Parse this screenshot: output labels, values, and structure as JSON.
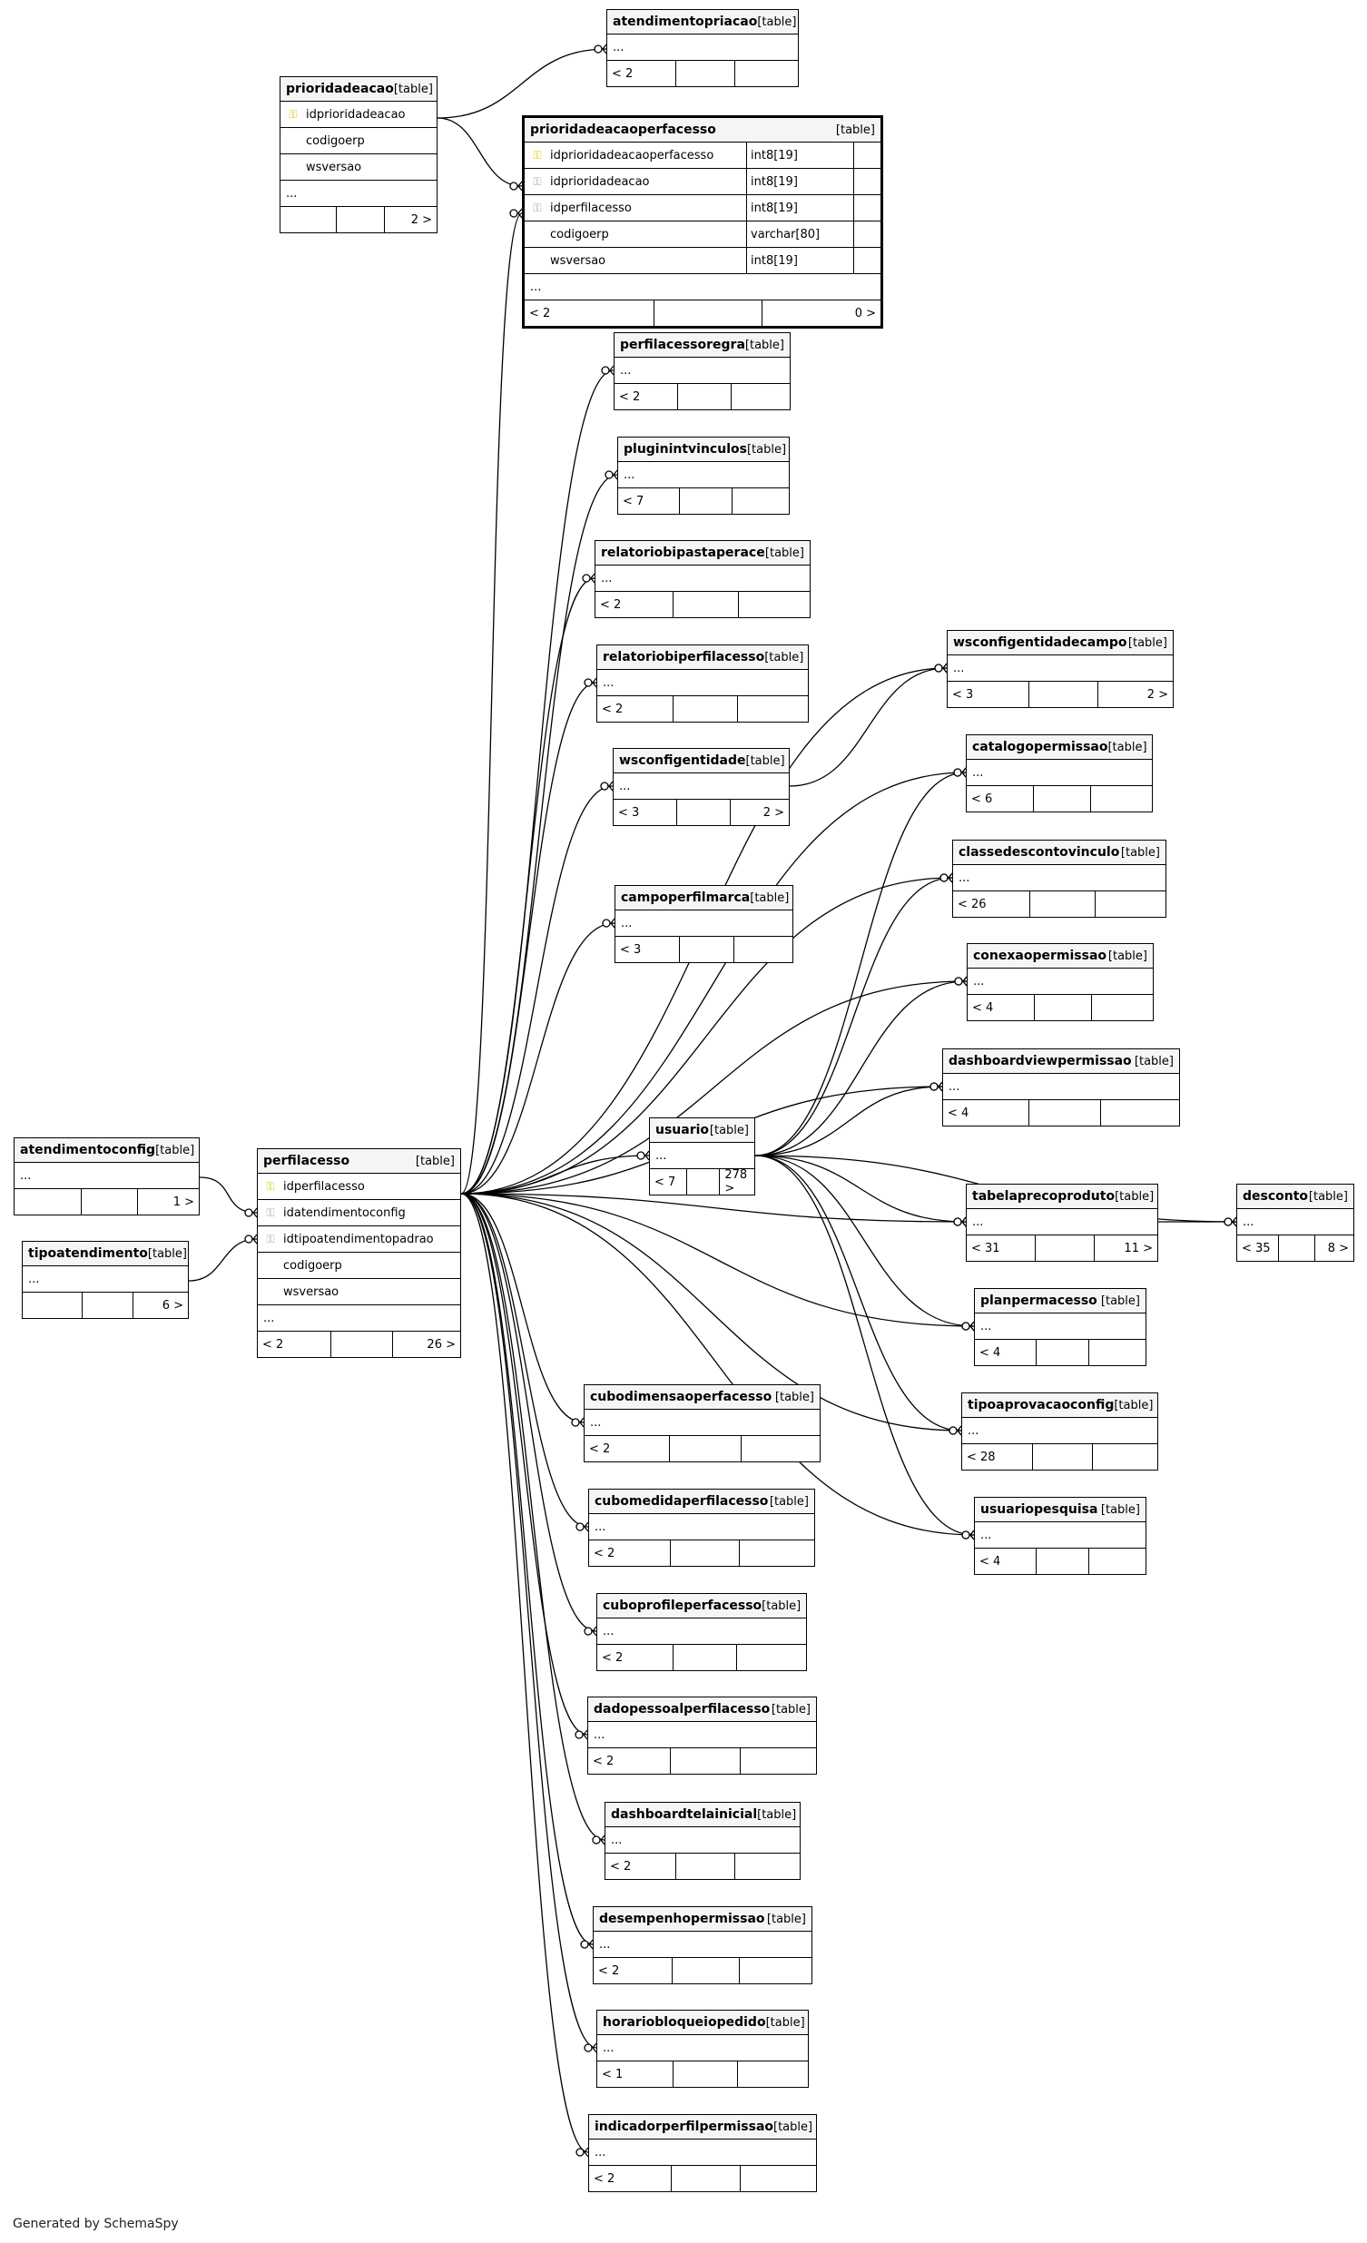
{
  "credit": "Generated by SchemaSpy",
  "table_tag": "[table]",
  "ellipsis": "...",
  "tables": [
    {
      "id": "atendimentopriacao",
      "name": "atendimentopriacao",
      "cols": [],
      "left": "< 2",
      "right": ""
    },
    {
      "id": "prioridadeacao",
      "name": "prioridadeacao",
      "cols": [
        {
          "n": "idprioridadeacao",
          "k": "pk"
        },
        {
          "n": "codigoerp",
          "k": ""
        },
        {
          "n": "wsversao",
          "k": ""
        }
      ],
      "left": "",
      "right": "2 >"
    },
    {
      "id": "prioridadeacaoperfacesso",
      "name": "prioridadeacaoperfacesso",
      "focus": true,
      "cols": [
        {
          "n": "idprioridadeacaoperfacesso",
          "k": "pk",
          "t": "int8[19]"
        },
        {
          "n": "idprioridadeacao",
          "k": "fk",
          "t": "int8[19]"
        },
        {
          "n": "idperfilacesso",
          "k": "fk",
          "t": "int8[19]"
        },
        {
          "n": "codigoerp",
          "k": "",
          "t": "varchar[80]"
        },
        {
          "n": "wsversao",
          "k": "",
          "t": "int8[19]"
        }
      ],
      "left": "< 2",
      "right": "0 >"
    },
    {
      "id": "perfilacessoregra",
      "name": "perfilacessoregra",
      "cols": [],
      "left": "< 2",
      "right": ""
    },
    {
      "id": "pluginintvinculos",
      "name": "pluginintvinculos",
      "cols": [],
      "left": "< 7",
      "right": ""
    },
    {
      "id": "relatoriobipastaperace",
      "name": "relatoriobipastaperace",
      "cols": [],
      "left": "< 2",
      "right": ""
    },
    {
      "id": "relatoriobiperfilacesso",
      "name": "relatoriobiperfilacesso",
      "cols": [],
      "left": "< 2",
      "right": ""
    },
    {
      "id": "wsconfigentidade",
      "name": "wsconfigentidade",
      "cols": [],
      "left": "< 3",
      "right": "2 >"
    },
    {
      "id": "wsconfigentidadecampo",
      "name": "wsconfigentidadecampo",
      "cols": [],
      "left": "< 3",
      "right": "2 >"
    },
    {
      "id": "catalogopermissao",
      "name": "catalogopermissao",
      "cols": [],
      "left": "< 6",
      "right": ""
    },
    {
      "id": "campoperfilmarca",
      "name": "campoperfilmarca",
      "cols": [],
      "left": "< 3",
      "right": ""
    },
    {
      "id": "classedescontovinculo",
      "name": "classedescontovinculo",
      "cols": [],
      "left": "< 26",
      "right": ""
    },
    {
      "id": "conexaopermissao",
      "name": "conexaopermissao",
      "cols": [],
      "left": "< 4",
      "right": ""
    },
    {
      "id": "dashboardviewpermissao",
      "name": "dashboardviewpermissao",
      "cols": [],
      "left": "< 4",
      "right": ""
    },
    {
      "id": "atendimentoconfig",
      "name": "atendimentoconfig",
      "cols": [],
      "left": "",
      "right": "1 >"
    },
    {
      "id": "perfilacesso",
      "name": "perfilacesso",
      "cols": [
        {
          "n": "idperfilacesso",
          "k": "pk"
        },
        {
          "n": "idatendimentoconfig",
          "k": "fk"
        },
        {
          "n": "idtipoatendimentopadrao",
          "k": "fk"
        },
        {
          "n": "codigoerp",
          "k": ""
        },
        {
          "n": "wsversao",
          "k": ""
        }
      ],
      "left": "< 2",
      "right": "26 >"
    },
    {
      "id": "usuario",
      "name": "usuario",
      "cols": [],
      "left": "< 7",
      "right": "278 >"
    },
    {
      "id": "tabelaprecoproduto",
      "name": "tabelaprecoproduto",
      "cols": [],
      "left": "< 31",
      "right": "11 >"
    },
    {
      "id": "desconto",
      "name": "desconto",
      "cols": [],
      "left": "< 35",
      "right": "8 >"
    },
    {
      "id": "tipoatendimento",
      "name": "tipoatendimento",
      "cols": [],
      "left": "",
      "right": "6 >"
    },
    {
      "id": "planpermacesso",
      "name": "planpermacesso",
      "cols": [],
      "left": "< 4",
      "right": ""
    },
    {
      "id": "tipoaprovacaoconfig",
      "name": "tipoaprovacaoconfig",
      "cols": [],
      "left": "< 28",
      "right": ""
    },
    {
      "id": "cubodimensaoperfacesso",
      "name": "cubodimensaoperfacesso",
      "cols": [],
      "left": "< 2",
      "right": ""
    },
    {
      "id": "usuariopesquisa",
      "name": "usuariopesquisa",
      "cols": [],
      "left": "< 4",
      "right": ""
    },
    {
      "id": "cubomedidaperfilacesso",
      "name": "cubomedidaperfilacesso",
      "cols": [],
      "left": "< 2",
      "right": ""
    },
    {
      "id": "cuboprofileperfacesso",
      "name": "cuboprofileperfacesso",
      "cols": [],
      "left": "< 2",
      "right": ""
    },
    {
      "id": "dadopessoalperfilacesso",
      "name": "dadopessoalperfilacesso",
      "cols": [],
      "left": "< 2",
      "right": ""
    },
    {
      "id": "dashboardtelainicial",
      "name": "dashboardtelainicial",
      "cols": [],
      "left": "< 2",
      "right": ""
    },
    {
      "id": "desempenhopermissao",
      "name": "desempenhopermissao",
      "cols": [],
      "left": "< 2",
      "right": ""
    },
    {
      "id": "horariobloqueiopedido",
      "name": "horariobloqueiopedido",
      "cols": [],
      "left": "< 1",
      "right": ""
    },
    {
      "id": "indicadorperfilpermissao",
      "name": "indicadorperfilpermissao",
      "cols": [],
      "left": "< 2",
      "right": ""
    }
  ]
}
